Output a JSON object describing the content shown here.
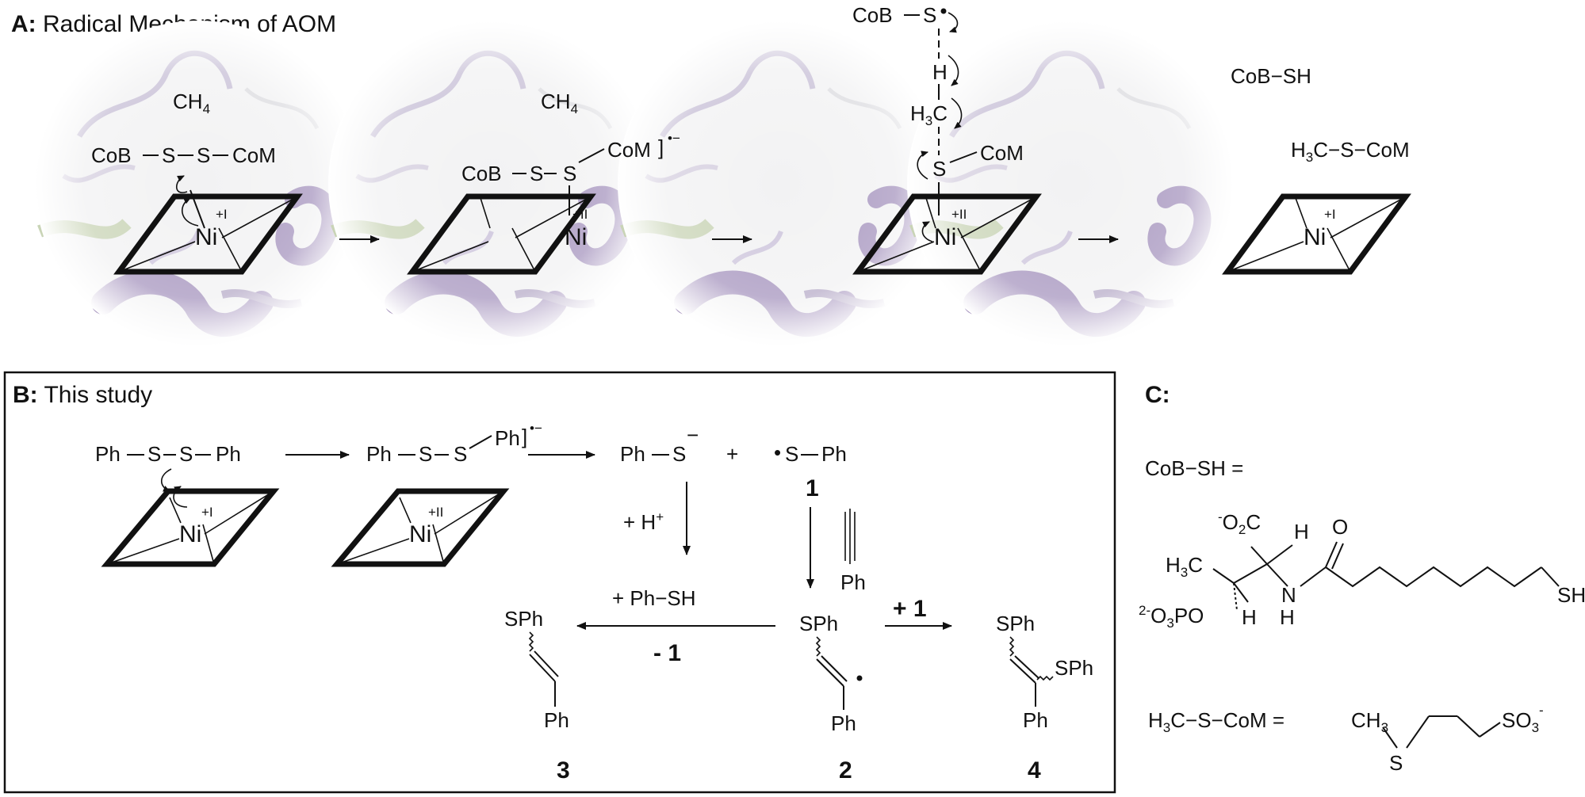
{
  "panel_a": {
    "title_letter": "A:",
    "title_text": " Radical Mechanism of AOM",
    "methane": "CH",
    "methane_sub": "4",
    "cob": "CoB",
    "s": "S",
    "com": "CoM",
    "h": "H",
    "h3": "H",
    "h3_sub": "3",
    "c": "C",
    "ni": "Ni",
    "ox_plus_one": "+I",
    "ox_plus_two": "+II",
    "radical_anion": "•−",
    "cob_sh": "CoB−SH",
    "h3c_s_com_h": "H",
    "h3c_s_com_3": "3",
    "h3c_s_com_rest": "C−S−CoM"
  },
  "panel_b": {
    "title_letter": "B:",
    "title_text": " This study",
    "ph": "Ph",
    "s": "S",
    "ni": "Ni",
    "ox_plus_one": "+I",
    "ox_plus_two": "+II",
    "radical_anion": "•−",
    "minus": "−",
    "plus": "+",
    "radical_dot": "•",
    "cmp1": "1",
    "cmp2": "2",
    "cmp3": "3",
    "cmp4": "4",
    "plus_h": "+ H",
    "plus_h_sup": "+",
    "plus_phsh": "+ Ph−SH",
    "minus_one": "- 1",
    "plus_one": "+ 1",
    "sph": "SPh"
  },
  "panel_c": {
    "title": "C:",
    "cobsh_eq": "CoB−SH =",
    "o2c_charge": "-",
    "o2c": "O",
    "o2c_sub": "2",
    "o2c_c": "C",
    "h": "H",
    "o": "O",
    "h3c": "H",
    "h3c_sub": "3",
    "h3c_c": "C",
    "n": "N",
    "nh_h": "H",
    "sh": "SH",
    "po_charge": "2-",
    "po_o": "O",
    "po_sub": "3",
    "po_po": "PO",
    "com_eq_h": "H",
    "com_eq_3": "3",
    "com_eq_rest": "C−S−CoM  =",
    "ch3": "CH",
    "ch3_sub": "3",
    "s": "S",
    "so3": "SO",
    "so3_sub": "3",
    "so3_charge": "-"
  }
}
